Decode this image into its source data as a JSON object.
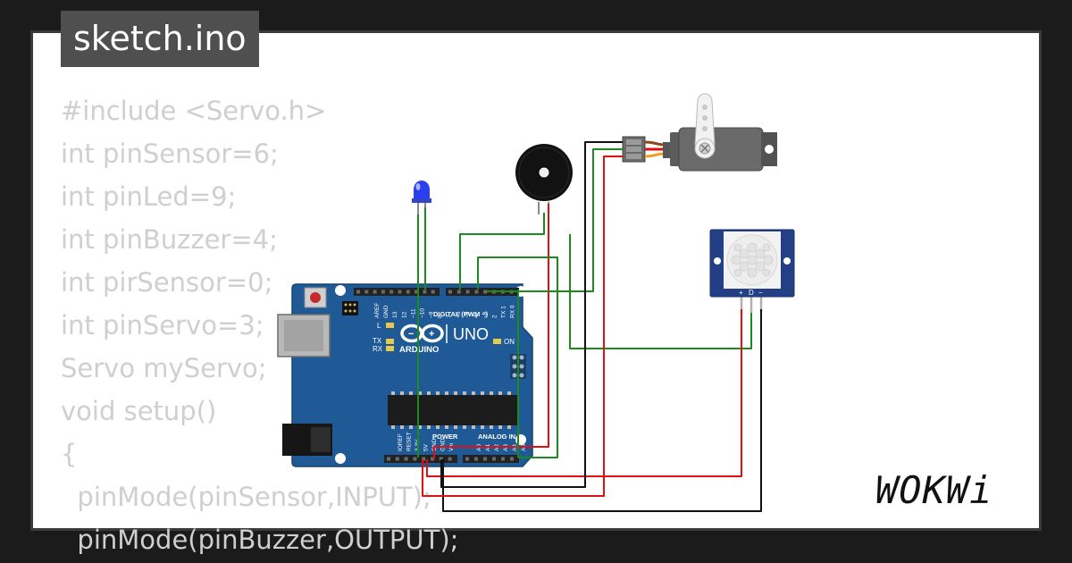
{
  "file_tab": {
    "name": "sketch.ino"
  },
  "code_lines": [
    "#include <Servo.h>",
    "int pinSensor=6;",
    "int pinLed=9;",
    "int pinBuzzer=4;",
    "int pirSensor=0;",
    "int pinServo=3;",
    "Servo myServo;",
    "void setup()",
    "{",
    "  pinMode(pinSensor,INPUT);",
    "  pinMode(pinBuzzer,OUTPUT);"
  ],
  "board": {
    "model": "UNO",
    "brand": "ARDUINO",
    "digital_label": "DIGITAL (PWM ~)",
    "power_label": "POWER",
    "analog_label": "ANALOG IN",
    "on_label": "ON",
    "l_label": "L",
    "tx_label": "TX",
    "rx_label": "RX",
    "top_pin_labels": [
      "AREF",
      "GND",
      "13",
      "12",
      "~11",
      "~10",
      "~9",
      "8",
      "7",
      "~6",
      "~5",
      "4",
      "~3",
      "2",
      "TX 1",
      "RX 0"
    ],
    "power_pin_labels": [
      "IOREF",
      "RESET",
      "3.3V",
      "5V",
      "GND",
      "GND",
      "Vin"
    ],
    "analog_pin_labels": [
      "A0",
      "A1",
      "A2",
      "A3",
      "A4",
      "A5"
    ]
  },
  "pir": {
    "pin_labels": [
      "+",
      "D",
      "−"
    ]
  },
  "logo": {
    "text": "WOKWi"
  },
  "colors": {
    "board": "#1f5a96",
    "wire_green": "#1c8a1c",
    "wire_red": "#e01010",
    "wire_black": "#111111",
    "led": "#2b3ff0",
    "pir_board": "#233f86",
    "servo_body": "#5c5c5c"
  }
}
